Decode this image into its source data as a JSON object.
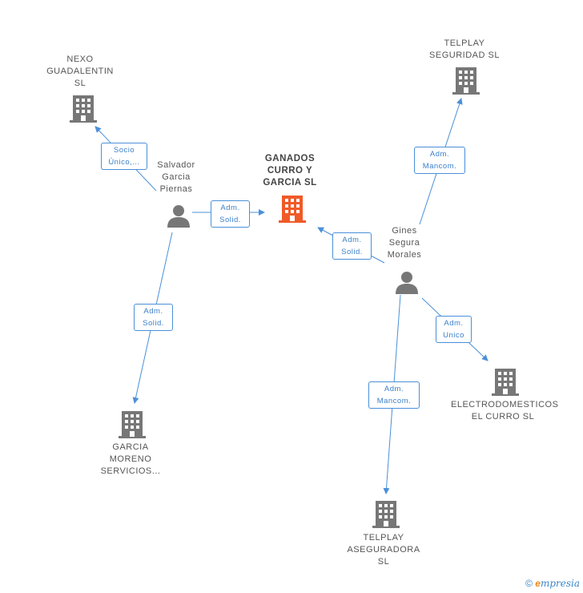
{
  "colors": {
    "edge": "#4a90d9",
    "company": "#777777",
    "main_company": "#f05a28",
    "person": "#777777"
  },
  "nodes": {
    "ganados": {
      "label": "GANADOS\nCURRO Y\nGARCIA SL",
      "icon": "building-icon"
    },
    "nexo": {
      "label": "NEXO\nGUADALENTIN\nSL",
      "icon": "building-icon"
    },
    "salvador": {
      "label": "Salvador\nGarcia\nPiernas",
      "icon": "person-icon"
    },
    "garcia_moreno": {
      "label": "GARCIA\nMORENO\nSERVICIOS...",
      "icon": "building-icon"
    },
    "telplay_seguridad": {
      "label": "TELPLAY\nSEGURIDAD SL",
      "icon": "building-icon"
    },
    "gines": {
      "label": "Gines\nSegura\nMorales",
      "icon": "person-icon"
    },
    "electro": {
      "label": "ELECTRODOMESTICOS\nEL CURRO SL",
      "icon": "building-icon"
    },
    "telplay_aseg": {
      "label": "TELPLAY\nASEGURADORA\nSL",
      "icon": "building-icon"
    }
  },
  "edges": {
    "salvador_nexo": "Socio\nÚnico,...",
    "salvador_ganados": "Adm.\nSolid.",
    "salvador_garcia": "Adm.\nSolid.",
    "gines_telplay_seg": "Adm.\nMancom.",
    "gines_ganados": "Adm.\nSolid.",
    "gines_electro": "Adm.\nUnico",
    "gines_telplay_aseg": "Adm.\nMancom."
  },
  "footer": {
    "copyright": "©",
    "brand_initial": "e",
    "brand_rest": "mpresia"
  }
}
